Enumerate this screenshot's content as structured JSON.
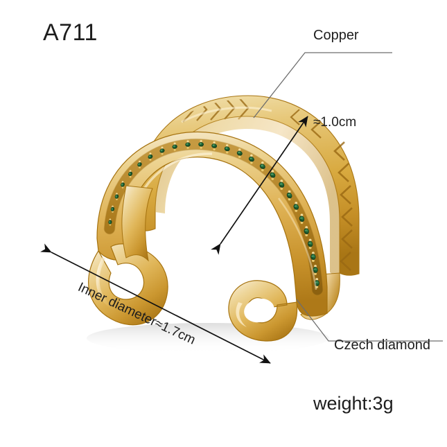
{
  "product": {
    "sku": "A711",
    "type": "adjustable open double-band ring",
    "weight_label": "weight:3g"
  },
  "annotations": [
    {
      "id": "copper",
      "label": "Copper",
      "kind": "material-callout",
      "target": "outer textured band"
    },
    {
      "id": "width",
      "label": "≈1.0cm",
      "kind": "dimension",
      "value": 1.0,
      "unit": "cm",
      "target": "band width"
    },
    {
      "id": "inner-diameter",
      "label": "Inner diameter≈1.7cm",
      "kind": "dimension",
      "value": 1.7,
      "unit": "cm",
      "target": "inner diameter"
    },
    {
      "id": "czech-diamond",
      "label": "Czech diamond",
      "kind": "material-callout",
      "target": "green pave stone row"
    }
  ],
  "colors": {
    "background": "#ffffff",
    "text": "#1d1d1d",
    "leader_line": "#555555",
    "arrow_line": "#111111",
    "gold_light": "#f0dfae",
    "gold_mid": "#e0b54e",
    "gold_deep": "#c08b22",
    "gold_shadow": "#9a6a16",
    "stone_green": "#1d5c31",
    "stone_green_dark": "#113d1f",
    "shadow": "#e9e9e9"
  },
  "stones": {
    "name": "Czech diamond",
    "color": "#1d5c31",
    "count": 26,
    "setting": "pave with gold prongs"
  }
}
